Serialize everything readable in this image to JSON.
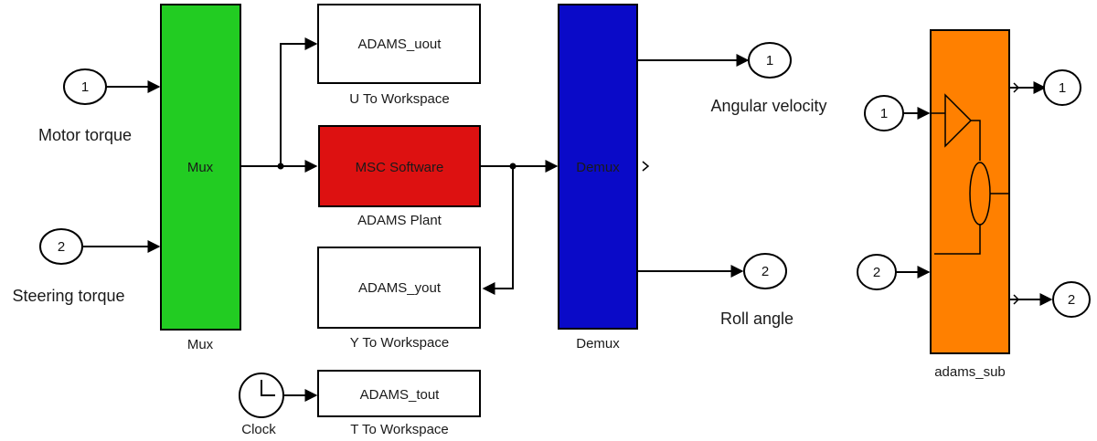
{
  "colors": {
    "mux": "#22cc22",
    "msc_plant": "#dd1111",
    "demux": "#0a0ac8",
    "adams_sub": "#ff8000",
    "workspace_block": "#ffffff"
  },
  "inports": [
    {
      "number": "1",
      "label": "Motor torque"
    },
    {
      "number": "2",
      "label": "Steering torque"
    }
  ],
  "mux": {
    "inner_label": "Mux",
    "caption": "Mux"
  },
  "u_workspace": {
    "inner_label": "ADAMS_uout",
    "caption": "U To Workspace"
  },
  "plant": {
    "inner_label": "MSC Software",
    "caption": "ADAMS Plant"
  },
  "y_workspace": {
    "inner_label": "ADAMS_yout",
    "caption": "Y To Workspace"
  },
  "t_workspace": {
    "inner_label": "ADAMS_tout",
    "caption": "T To Workspace"
  },
  "clock": {
    "caption": "Clock",
    "icon": "clock-icon"
  },
  "demux": {
    "inner_label": "Demux",
    "caption": "Demux"
  },
  "outports": [
    {
      "number": "1",
      "label": "Angular velocity"
    },
    {
      "number": "2",
      "label": "Roll angle"
    }
  ],
  "subsystem": {
    "caption": "adams_sub",
    "inports": [
      "1",
      "2"
    ],
    "outports": [
      "1",
      "2"
    ]
  }
}
